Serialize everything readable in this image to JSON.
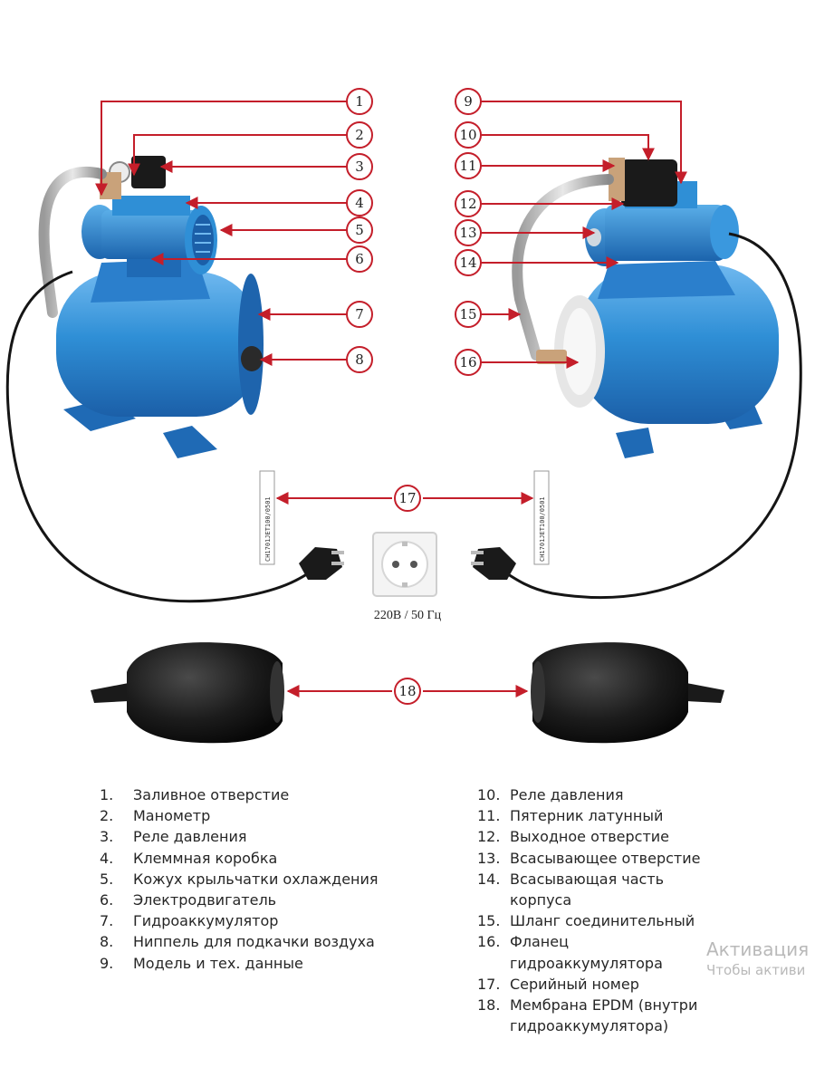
{
  "colors": {
    "callout_red": "#c41e2a",
    "tank_blue": "#2f8fd6",
    "tank_blue_dark": "#1b5fa8",
    "membrane_black": "#1c1c1c"
  },
  "callouts": [
    "1",
    "2",
    "3",
    "4",
    "5",
    "6",
    "7",
    "8",
    "9",
    "10",
    "11",
    "12",
    "13",
    "14",
    "15",
    "16",
    "17",
    "18"
  ],
  "serial_labels": {
    "left": "CH1701JET100/0501",
    "right": "CH1701JET100/0501"
  },
  "socket": {
    "voltage_label": "220В / 50 Гц"
  },
  "legend": {
    "left": [
      {
        "num": "1.",
        "text": "Заливное отверстие"
      },
      {
        "num": "2.",
        "text": "Манометр"
      },
      {
        "num": "3.",
        "text": "Реле давления"
      },
      {
        "num": "4.",
        "text": "Клеммная коробка"
      },
      {
        "num": "5.",
        "text": "Кожух крыльчатки охлаждения"
      },
      {
        "num": "6.",
        "text": "Электродвигатель"
      },
      {
        "num": "7.",
        "text": "Гидроаккумулятор"
      },
      {
        "num": "8.",
        "text": "Ниппель для подкачки воздуха"
      },
      {
        "num": "9.",
        "text": "Модель и тех. данные"
      }
    ],
    "right": [
      {
        "num": "10.",
        "text": "Реле давления"
      },
      {
        "num": "11.",
        "text": "Пятерник латунный"
      },
      {
        "num": "12.",
        "text": "Выходное отверстие"
      },
      {
        "num": "13.",
        "text": "Всасывающее отверстие"
      },
      {
        "num": "14.",
        "text": "Всасывающая часть корпуса"
      },
      {
        "num": "15.",
        "text": "Шланг соединительный"
      },
      {
        "num": "16.",
        "text": "Фланец гидроаккумулятора"
      },
      {
        "num": "17.",
        "text": "Серийный номер"
      },
      {
        "num": "18.",
        "text": "Мембрана EPDM (внутри гидроаккумулятора)"
      }
    ]
  },
  "watermark": {
    "line1": "Активация",
    "line2": "Чтобы активи"
  }
}
